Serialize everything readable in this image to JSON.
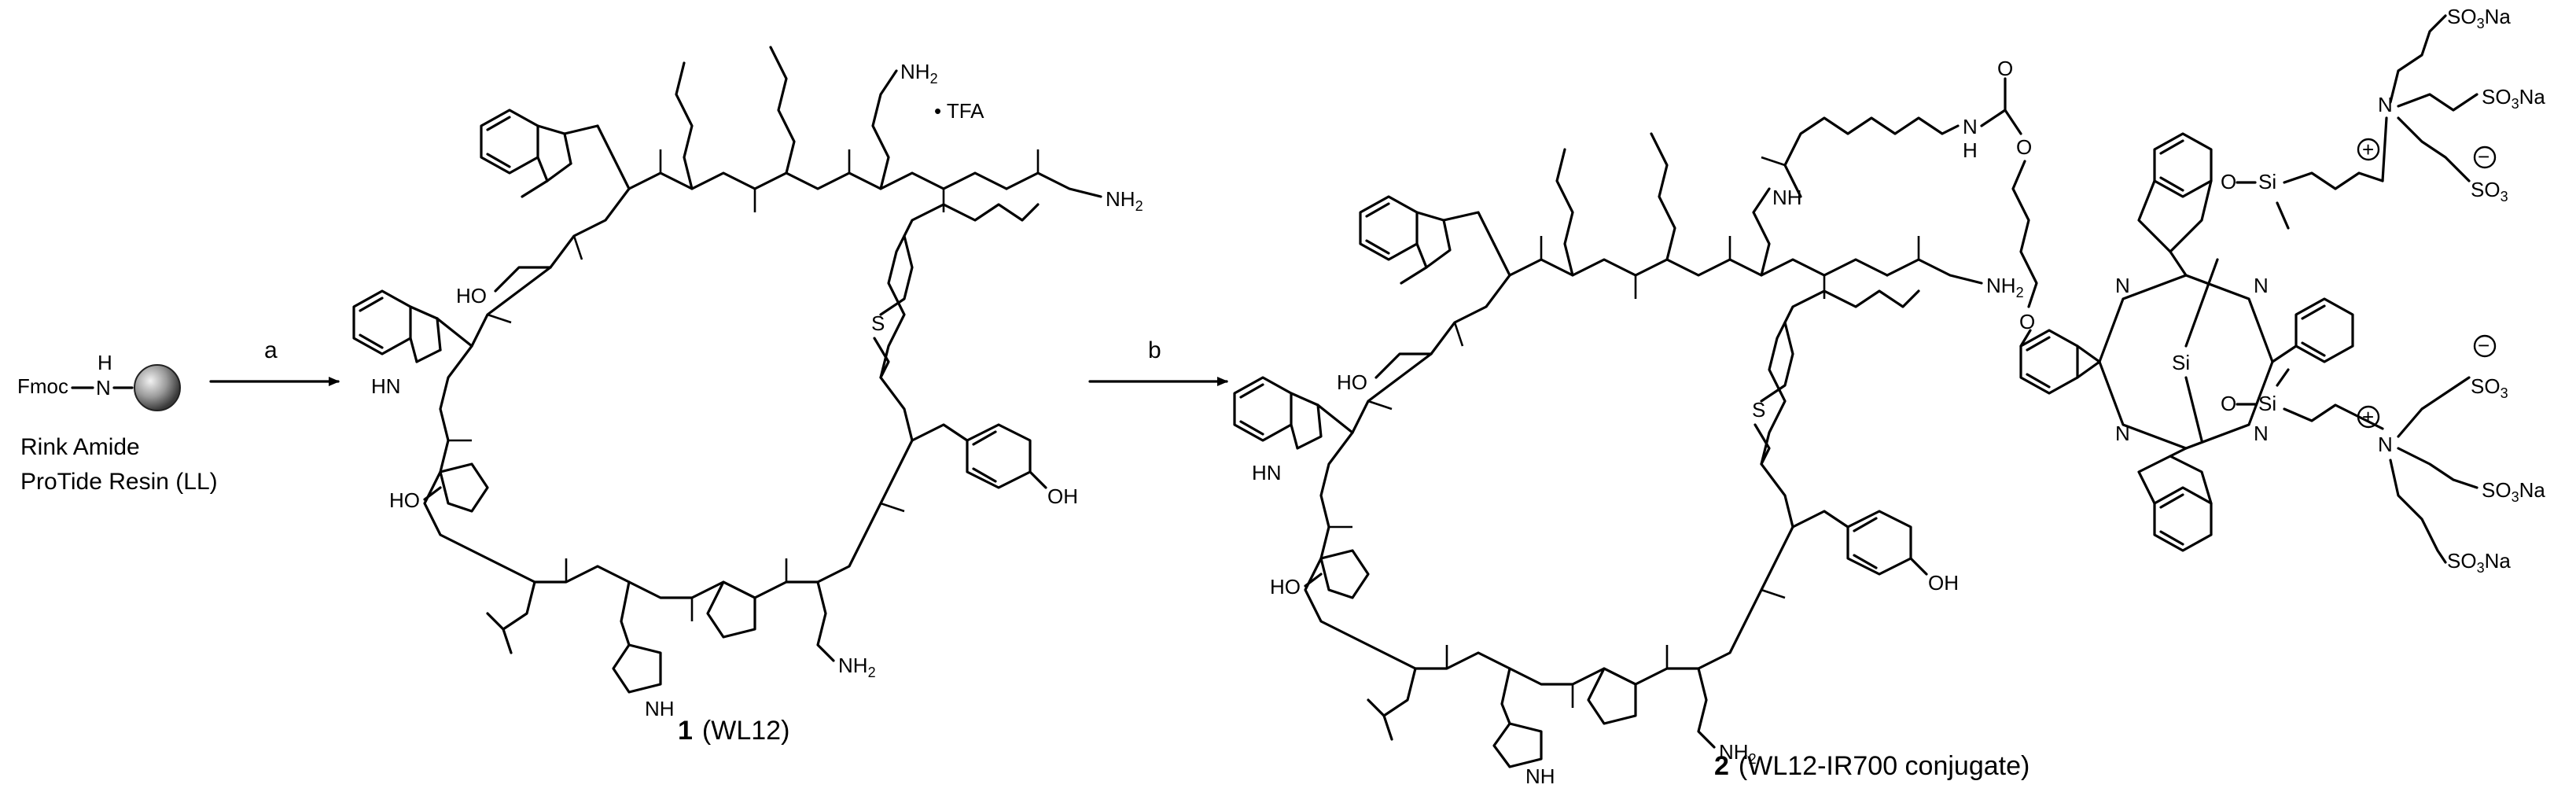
{
  "resin": {
    "fmoc_label": "Fmoc",
    "nh_h": "H",
    "nh_n": "N",
    "name_line1": "Rink Amide",
    "name_line2": "ProTide Resin (LL)"
  },
  "arrows": {
    "step_a": "a",
    "step_b": "b"
  },
  "compound1": {
    "number": "1",
    "name": "(WL12)",
    "tfa_salt": "• TFA",
    "atoms": {
      "nh2_lys": "NH",
      "nh2_sub": "2",
      "nh2_amide": "NH",
      "hn_trp": "HN",
      "ho_ser": "HO",
      "ho_pro": "HO",
      "oh_tyr": "OH",
      "nh_his": "NH",
      "s": "S"
    }
  },
  "compound2": {
    "number": "2",
    "name": "(WL12-IR700 conjugate)",
    "atoms": {
      "nh_h": "H",
      "nh_n": "N",
      "si": "Si",
      "si_center": "Si",
      "o": "O",
      "so3na": "SO",
      "so3na_sub": "3",
      "so3na_na": "Na",
      "so3": "SO",
      "so3_sub": "3",
      "plus": "+",
      "minus": "−",
      "n_ring": "N",
      "hn_trp": "HN",
      "ho_ser": "HO",
      "ho_pro": "HO",
      "oh_tyr": "OH",
      "nh_his": "NH",
      "s": "S"
    }
  }
}
